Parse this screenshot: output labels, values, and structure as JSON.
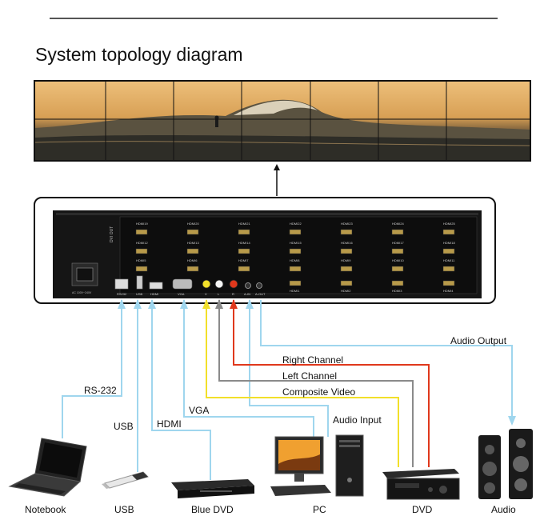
{
  "title": "System topology diagram",
  "signals": {
    "rs232": "RS-232",
    "usb": "USB",
    "hdmi": "HDMI",
    "vga": "VGA",
    "audio_input": "Audio Input",
    "composite_video": "Composite Video",
    "left_channel": "Left Channel",
    "right_channel": "Right Channel",
    "audio_output": "Audio Output"
  },
  "devices": {
    "notebook": "Notebook",
    "usb": "USB",
    "blue_dvd": "Blue DVD",
    "pc": "PC",
    "dvd": "DVD",
    "audio": "Audio"
  },
  "panel": {
    "side_label": "DVI OUT",
    "io_labels": [
      "RS232",
      "USB",
      "HDMI",
      "VGA",
      "V",
      "L",
      "R",
      "A-IN",
      "A-OUT"
    ],
    "power_label": "AC 100V~240V",
    "outputs_row1": [
      "HDMI19",
      "HDMI20",
      "HDMI21",
      "HDMI22",
      "HDMI23",
      "HDMI24",
      "HDMI25"
    ],
    "outputs_row2": [
      "HDMI12",
      "HDMI13",
      "HDMI14",
      "HDMI15",
      "HDMI16",
      "HDMI17",
      "HDMI18"
    ],
    "outputs_row3": [
      "HDMI5",
      "HDMI6",
      "HDMI7",
      "HDMI8",
      "HDMI9",
      "HDMI10",
      "HDMI11"
    ],
    "outputs_row4": [
      "HDMI1",
      "HDMI2",
      "HDMI3",
      "HDMI4"
    ]
  },
  "colors": {
    "light_blue": "#9fd6ee",
    "yellow": "#f2e02a",
    "gray": "#8a8a8a",
    "red": "#e0381c"
  }
}
